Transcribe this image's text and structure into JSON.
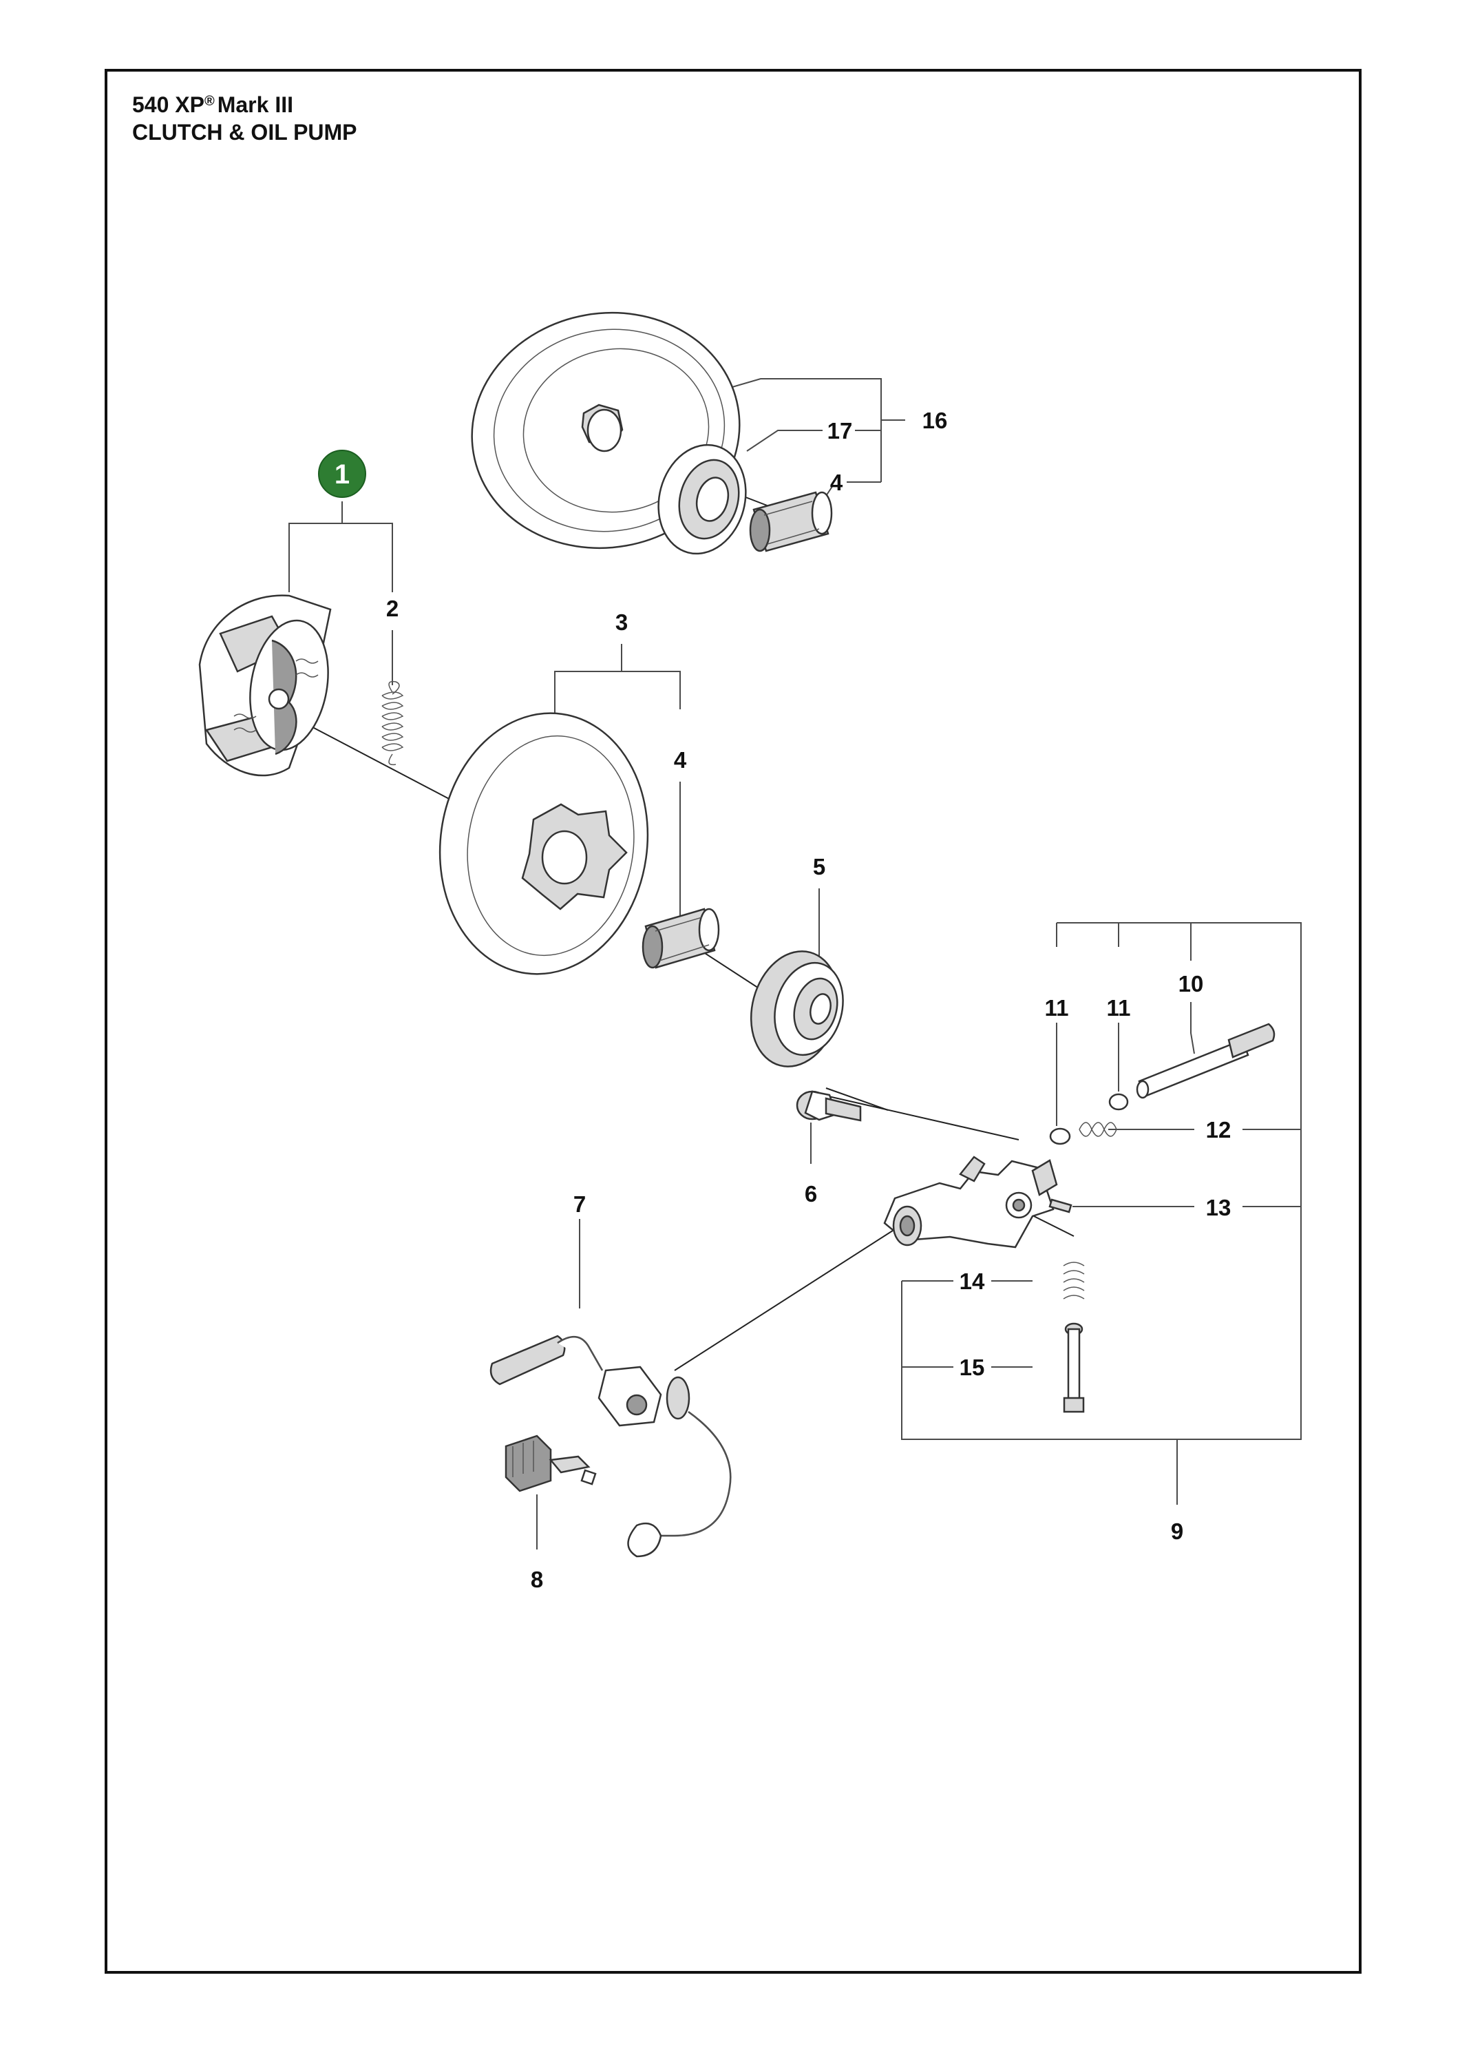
{
  "header": {
    "model_prefix": "540 XP",
    "model_mark": "®",
    "model_suffix": "Mark III",
    "section": "CLUTCH & OIL PUMP"
  },
  "highlight": {
    "number": "1",
    "color": "#2e7d32"
  },
  "callouts": {
    "c2": "2",
    "c3": "3",
    "c4a": "4",
    "c4b": "4",
    "c5": "5",
    "c6": "6",
    "c7": "7",
    "c8": "8",
    "c9": "9",
    "c10": "10",
    "c11a": "11",
    "c11b": "11",
    "c12": "12",
    "c13": "13",
    "c14": "14",
    "c15": "15",
    "c16": "16",
    "c17": "17"
  }
}
